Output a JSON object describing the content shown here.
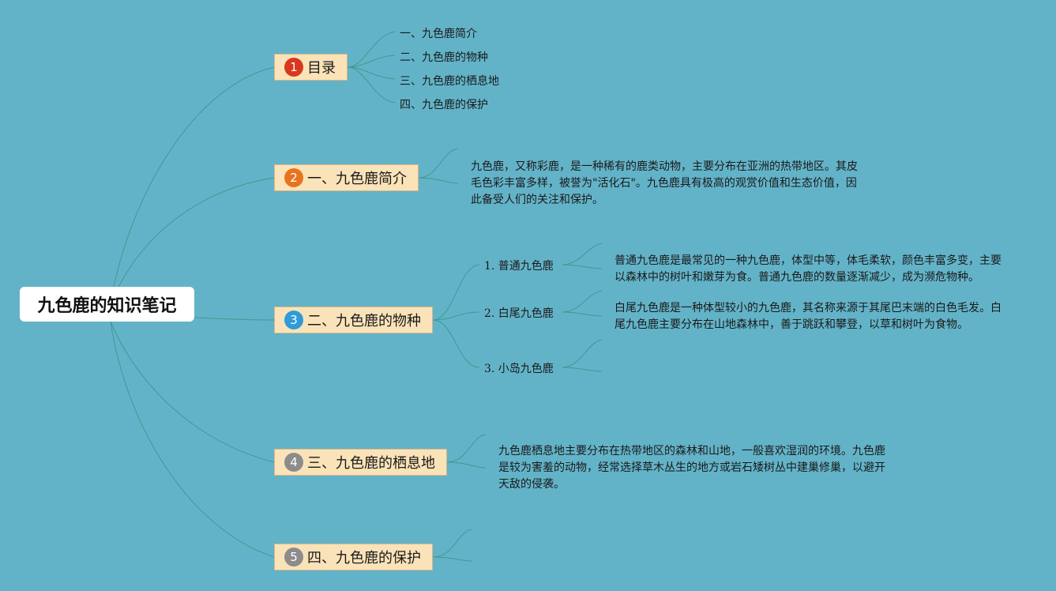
{
  "root": {
    "title": "九色鹿的知识笔记"
  },
  "branches": [
    {
      "num": "1",
      "label": "目录",
      "color": "#d9381e"
    },
    {
      "num": "2",
      "label": "一、九色鹿简介",
      "color": "#e8731f"
    },
    {
      "num": "3",
      "label": "二、九色鹿的物种",
      "color": "#2f9bd8"
    },
    {
      "num": "4",
      "label": "三、九色鹿的栖息地",
      "color": "#8c8c8c"
    },
    {
      "num": "5",
      "label": "四、九色鹿的保护",
      "color": "#8c8c8c"
    }
  ],
  "toc": [
    "一、九色鹿简介",
    "二、九色鹿的物种",
    "三、九色鹿的栖息地",
    "四、九色鹿的保护"
  ],
  "intro_text": "九色鹿，又称彩鹿，是一种稀有的鹿类动物，主要分布在亚洲的热带地区。其皮毛色彩丰富多样，被誉为\"活化石\"。九色鹿具有极高的观赏价值和生态价值，因此备受人们的关注和保护。",
  "species": [
    {
      "label": "1. 普通九色鹿",
      "desc": "普通九色鹿是最常见的一种九色鹿，体型中等，体毛柔软，颜色丰富多变，主要以森林中的树叶和嫩芽为食。普通九色鹿的数量逐渐减少，成为濒危物种。"
    },
    {
      "label": "2. 白尾九色鹿",
      "desc": "白尾九色鹿是一种体型较小的九色鹿，其名称来源于其尾巴末端的白色毛发。白尾九色鹿主要分布在山地森林中，善于跳跃和攀登，以草和树叶为食物。"
    },
    {
      "label": "3. 小岛九色鹿",
      "desc": ""
    }
  ],
  "habitat_text": "九色鹿栖息地主要分布在热带地区的森林和山地，一般喜欢湿润的环境。九色鹿是较为害羞的动物，经常选择草木丛生的地方或岩石矮树丛中建巢修巢，以避开天敌的侵袭。",
  "colors": {
    "background": "#63b3c8",
    "branch_fill": "#fbe3b9",
    "line": "#3e9a8f"
  }
}
